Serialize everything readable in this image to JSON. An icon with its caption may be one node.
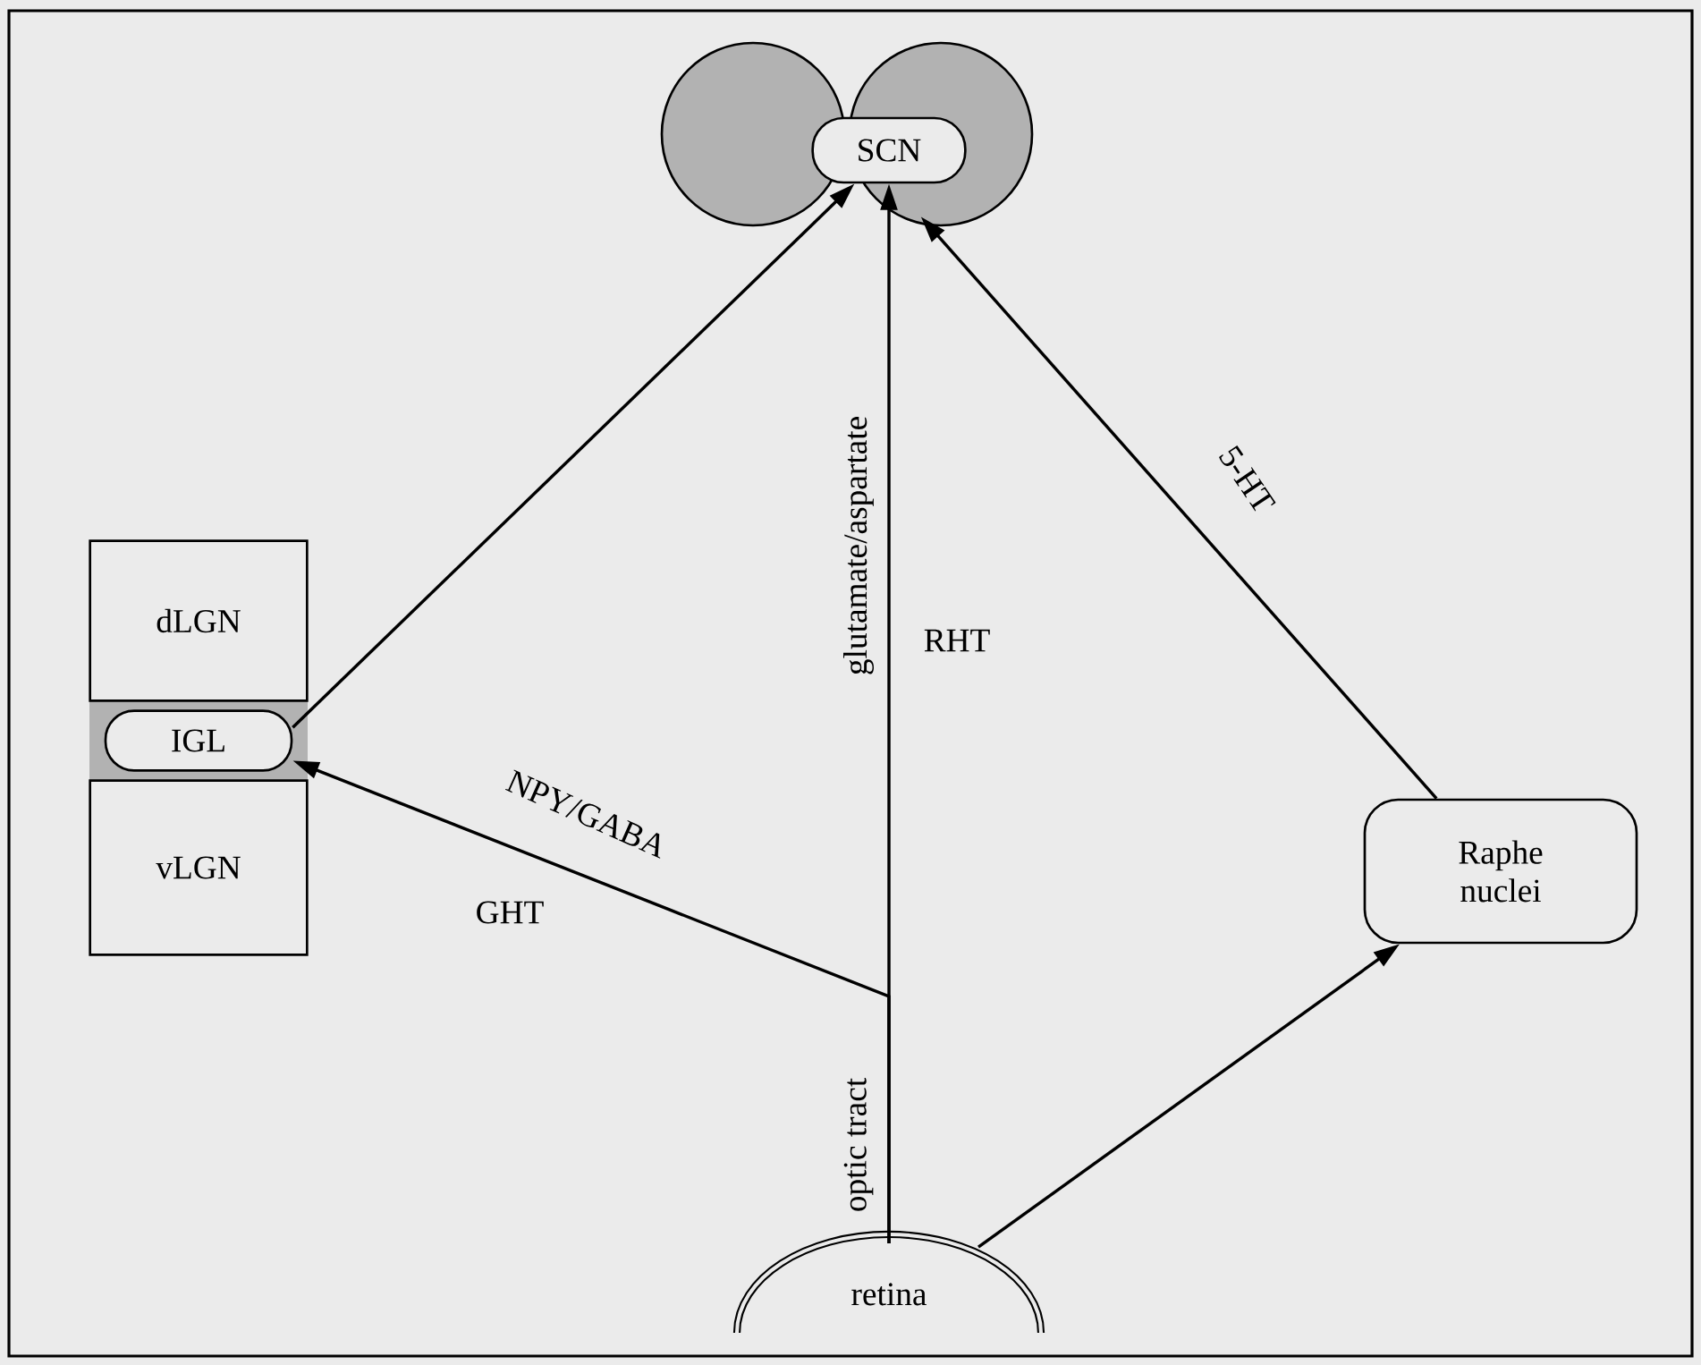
{
  "diagram": {
    "nodes": [
      {
        "text": [],
        "shape": "circle"
      },
      {
        "text": [
          "SCN"
        ],
        "in": 0
      },
      {
        "text": [
          "dLGN"
        ]
      },
      {
        "text": [
          "IGL"
        ]
      },
      {
        "text": [
          "vLGN"
        ]
      },
      {
        "text": [
          "Raphe nuclei"
        ]
      },
      {
        "text": [
          "retina"
        ]
      }
    ],
    "edges": [
      {
        "from": 3,
        "to": 1,
        "arrow": "to"
      },
      {
        "from": 6,
        "to": 3,
        "arrow": "to",
        "label": "NPY/GABA"
      },
      {
        "from": 6,
        "to": 1,
        "arrow": "to",
        "label": "glutamate/aspartate"
      },
      {
        "from": 5,
        "to": 0,
        "arrow": "to",
        "label": "5-HT"
      },
      {
        "from": 6,
        "to": 5,
        "arrow": "to"
      }
    ],
    "labels": [
      "RHT",
      "GHT",
      "optic tract"
    ]
  }
}
